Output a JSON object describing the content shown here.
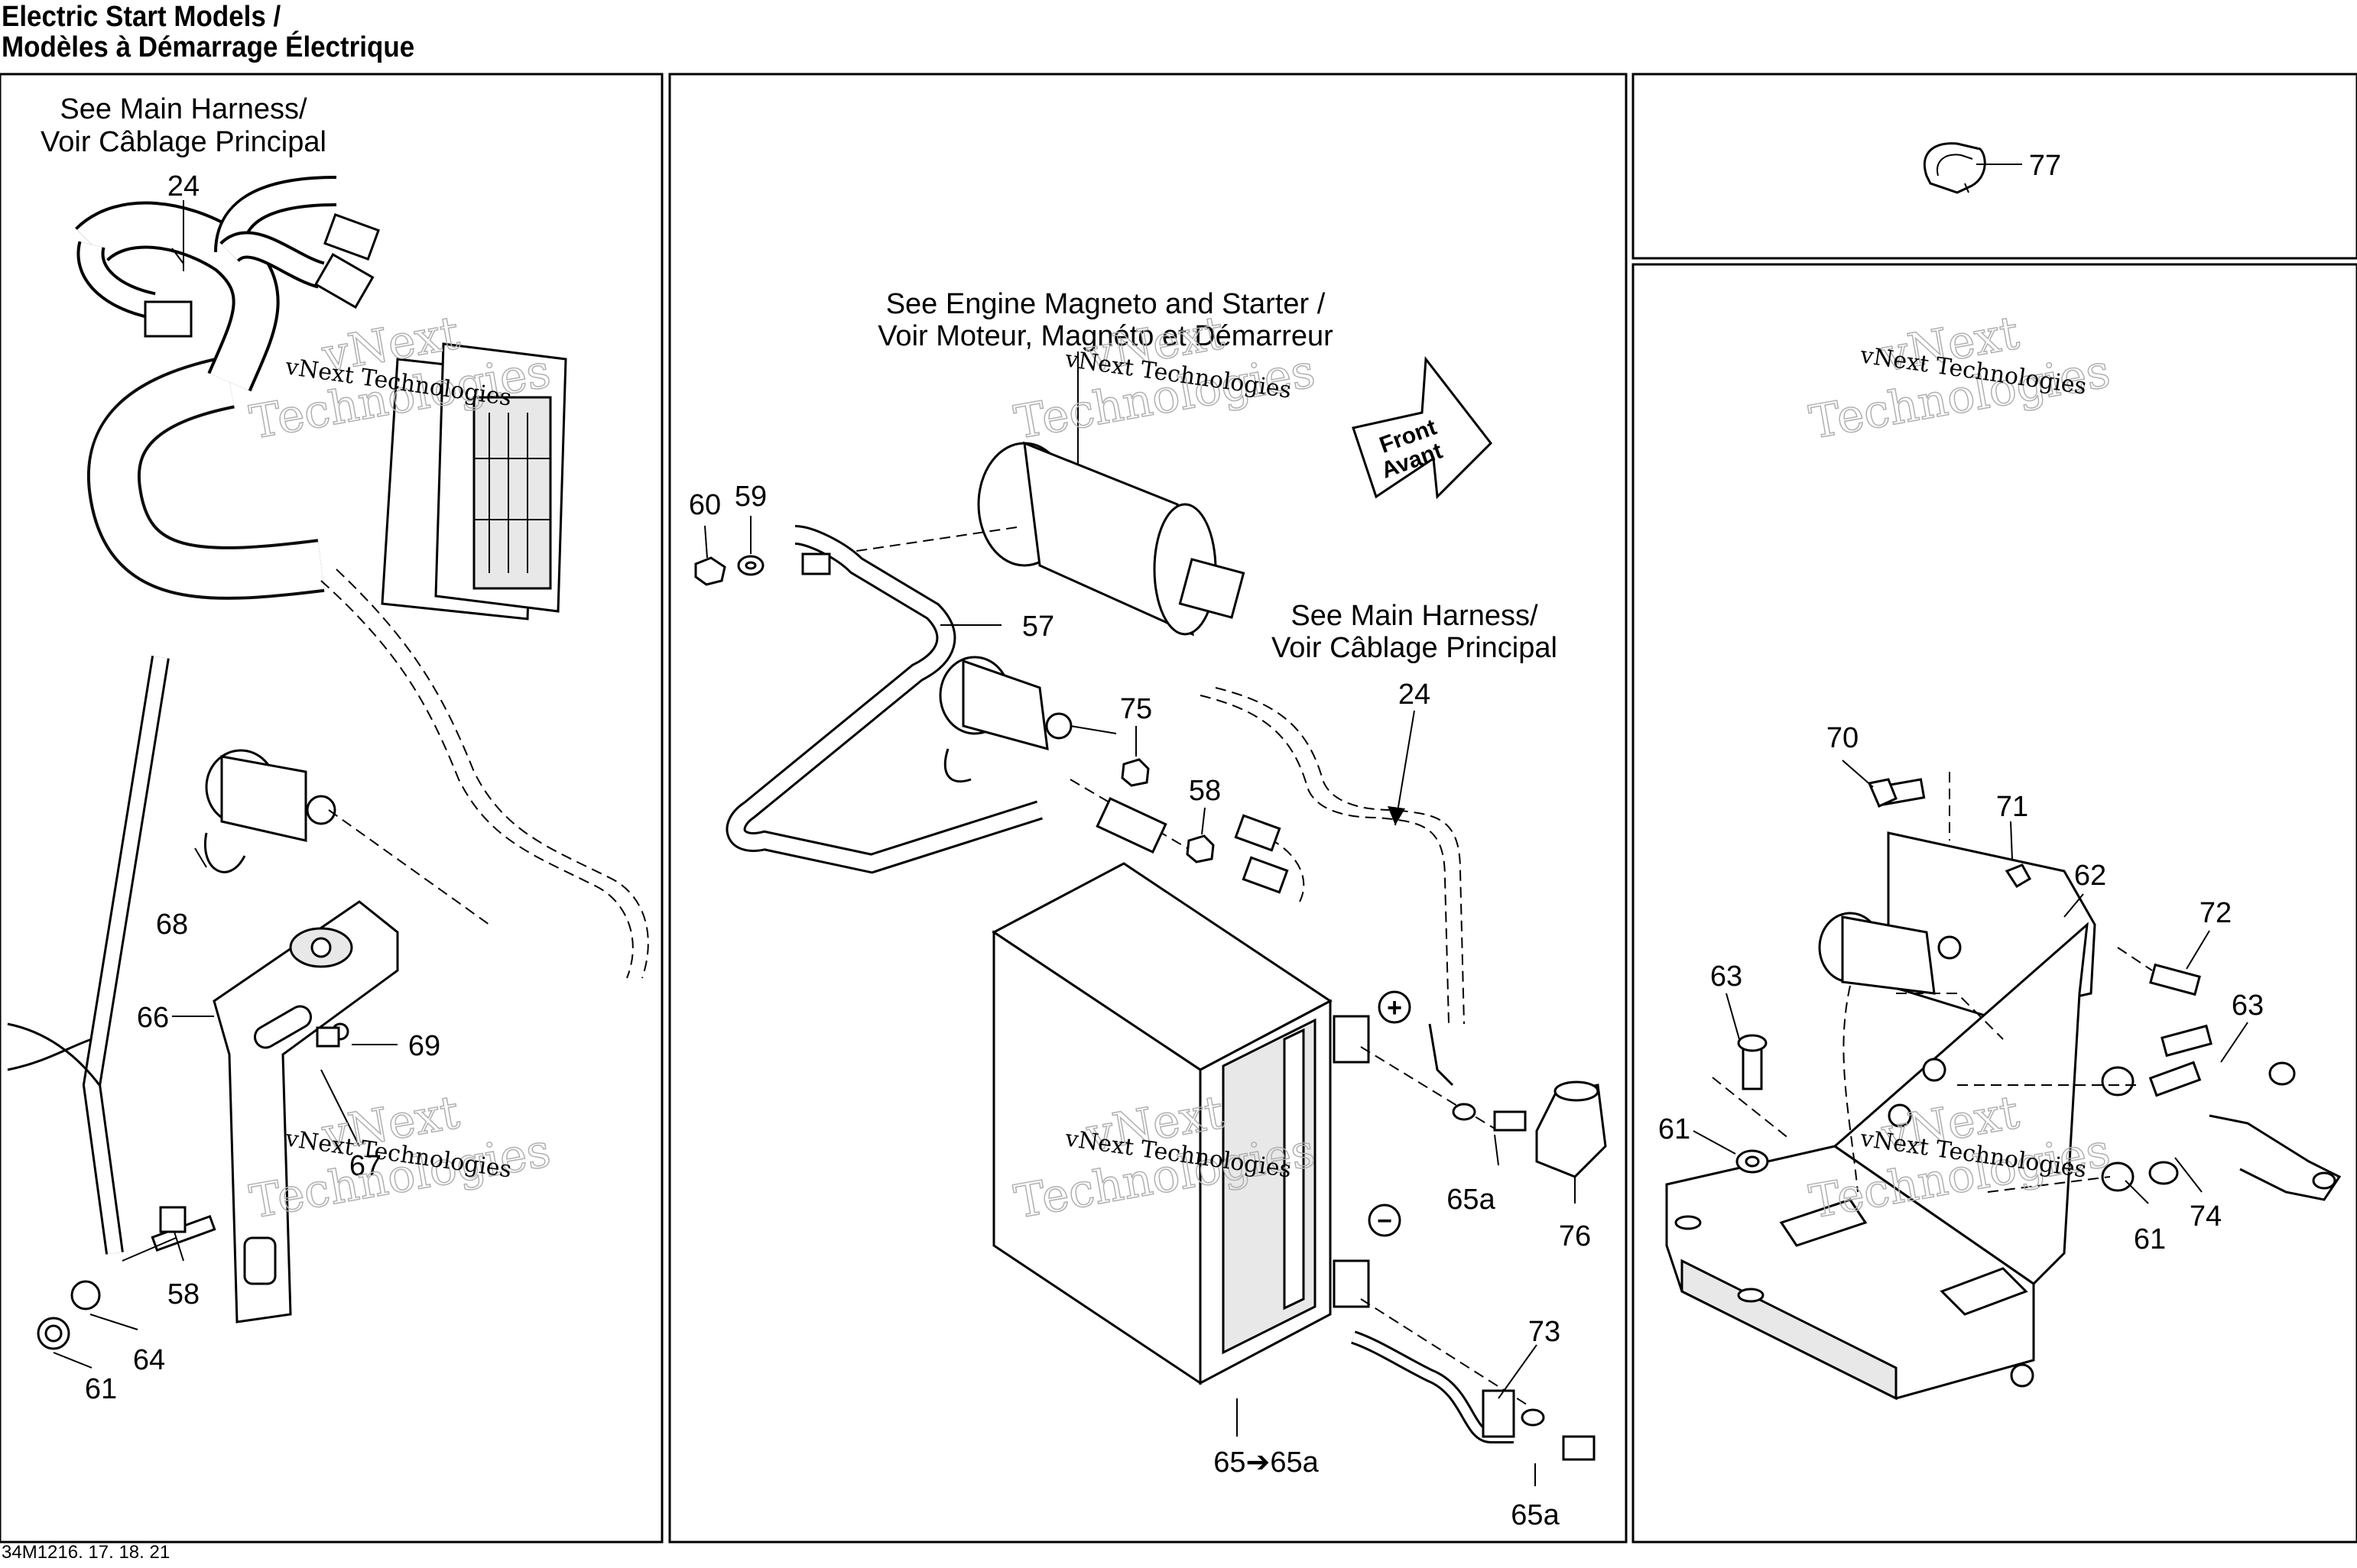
{
  "header": {
    "title_line1": "Electric Start Models /",
    "title_line2": "Modèles à Démarrage Électrique"
  },
  "footer": {
    "drawing_code": "34M1216. 17. 18. 21"
  },
  "watermark": {
    "line1": "vNext Technologies",
    "line2": "vNext",
    "line3": "Technologies"
  },
  "panels": {
    "left": {
      "note": {
        "line1": "See Main Harness/",
        "line2": "Voir Câblage Principal"
      },
      "callouts": [
        "24",
        "68",
        "66",
        "69",
        "67",
        "58",
        "64",
        "61"
      ]
    },
    "middle": {
      "note_engine": {
        "line1": "See Engine Magneto and Starter /",
        "line2": "Voir Moteur, Magnéto et Démarreur"
      },
      "note_harness": {
        "line1": "See Main Harness/",
        "line2": "Voir Câblage Principal"
      },
      "front_arrow": {
        "line1": "Front",
        "line2": "Avant"
      },
      "terminal_plus": "+",
      "terminal_minus": "−",
      "callouts": [
        "60",
        "59",
        "57",
        "75",
        "58",
        "24",
        "65a",
        "76",
        "73",
        "65a",
        "65➔65a"
      ]
    },
    "top_right": {
      "callouts": [
        "77"
      ]
    },
    "bottom_right": {
      "callouts": [
        "70",
        "71",
        "62",
        "72",
        "63",
        "63",
        "61",
        "74",
        "61"
      ]
    }
  }
}
